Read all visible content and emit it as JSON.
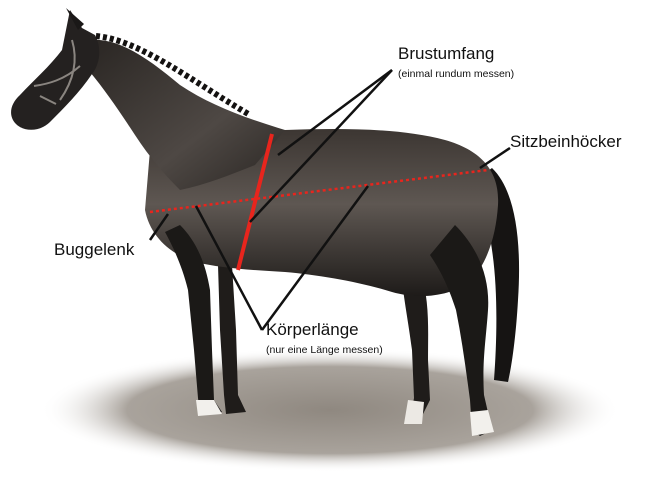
{
  "labels": {
    "brustumfang": "Brustumfang",
    "brustumfang_note": "(einmal rundum messen)",
    "sitzbeinhoecker": "Sitzbeinhöcker",
    "buggelenk": "Buggelenk",
    "koerperlaenge": "Körperlänge",
    "koerperlaenge_note": "(nur eine Länge messen)"
  },
  "colors": {
    "measure_red": "#e8251d",
    "leader_black": "#111111",
    "horse_dark": "#2b2724",
    "horse_highlight": "#6d6660",
    "ground": "#8f8880"
  }
}
